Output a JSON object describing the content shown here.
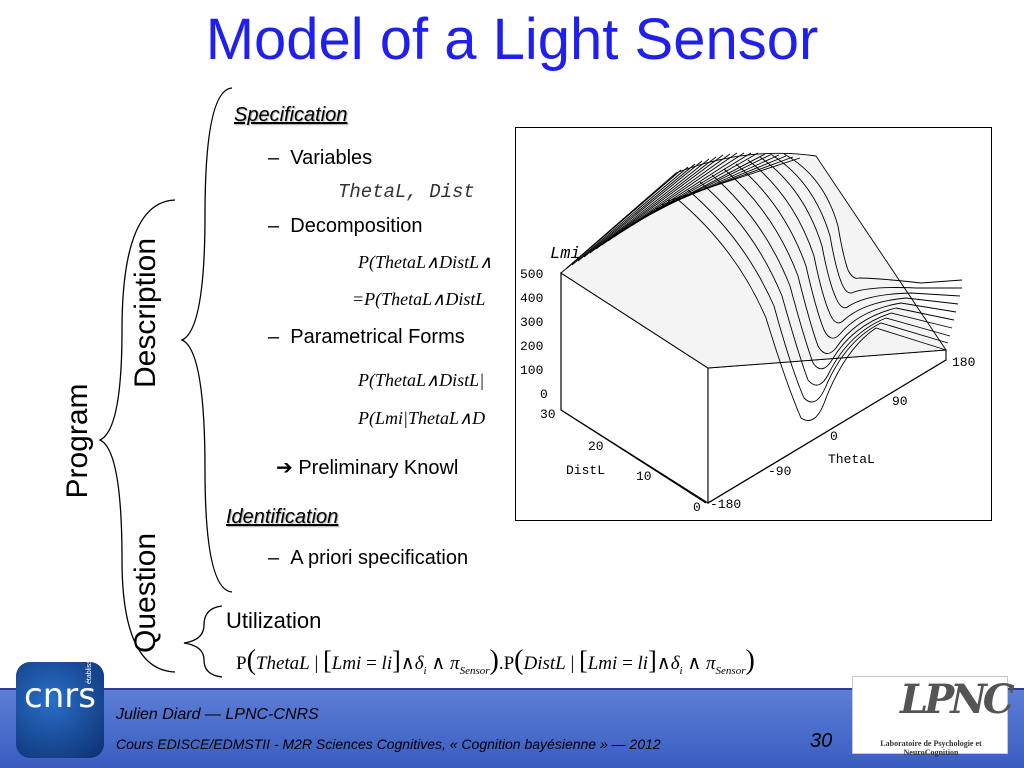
{
  "title": "Model of a Light Sensor",
  "labels": {
    "program": "Program",
    "description": "Description",
    "question": "Question"
  },
  "specification": {
    "heading": "Specification",
    "variables_label": "Variables",
    "variables_value": "ThetaL, Dist",
    "decomposition_label": "Decomposition",
    "decomp_line1": "P(ThetaL∧DistL∧",
    "decomp_line2": "=P(ThetaL∧DistL",
    "parametrical_label": "Parametrical Forms",
    "param_line1": "P(ThetaL∧DistL|",
    "param_line2": "P(Lmi|ThetaL∧D",
    "preliminary": "Preliminary Knowl"
  },
  "identification": {
    "heading": "Identification",
    "item": "A priori specification"
  },
  "utilization": {
    "heading": "Utilization"
  },
  "plot": {
    "z_label": "Lmi",
    "z_ticks": [
      "500",
      "400",
      "300",
      "200",
      "100",
      "0"
    ],
    "distl_label": "DistL",
    "distl_ticks": [
      "30",
      "20",
      "10",
      "0"
    ],
    "thetal_label": "ThetaL",
    "thetal_ticks": [
      "180",
      "90",
      "0",
      "-90",
      "-180"
    ]
  },
  "footer": {
    "author": "Julien Diard — LPNC-CNRS",
    "course": "Cours EDISCE/EDMSTII - M2R Sciences Cognitives, « Cognition bayésienne » — 2012",
    "page": "30",
    "cnrs_logo_text": "cnrs",
    "cnrs_sub": "établissement du développement",
    "lpnc_mark": "LPNC",
    "lpnc_text": "Laboratoire de Psychologie et NeuroCognition"
  },
  "colors": {
    "title": "#1f1ff0",
    "footer": "#4a6cc8"
  }
}
